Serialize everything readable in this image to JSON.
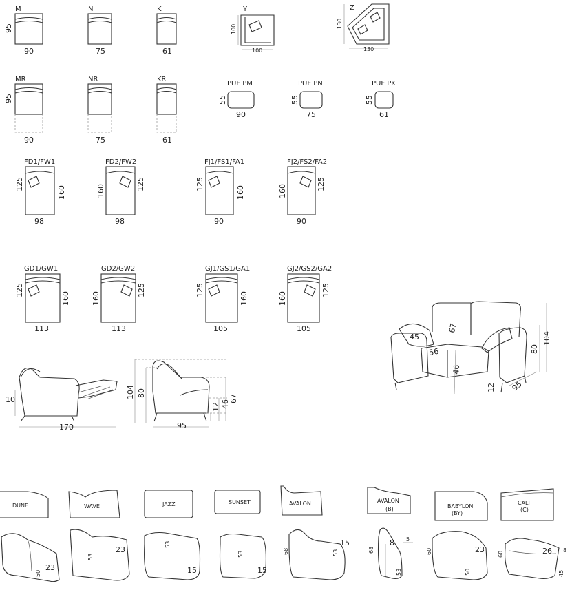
{
  "modules_row1": [
    {
      "code": "M",
      "depth": "95",
      "width": "90"
    },
    {
      "code": "N",
      "width": "75"
    },
    {
      "code": "K",
      "width": "61"
    },
    {
      "code": "Y",
      "side": "100",
      "bottom": "100"
    },
    {
      "code": "Z",
      "side": "130",
      "bottom": "130"
    }
  ],
  "modules_row2": [
    {
      "code": "MR",
      "depth": "95",
      "width": "90"
    },
    {
      "code": "NR",
      "width": "75"
    },
    {
      "code": "KR",
      "width": "61"
    }
  ],
  "pufs": [
    {
      "code": "PUF PM",
      "depth": "55",
      "width": "90"
    },
    {
      "code": "PUF PN",
      "depth": "55",
      "width": "75"
    },
    {
      "code": "PUF PK",
      "depth": "55",
      "width": "61"
    }
  ],
  "chaise_row1": [
    {
      "code": "FD1/FW1",
      "a": "125",
      "b": "160",
      "width": "98"
    },
    {
      "code": "FD2/FW2",
      "a": "160",
      "b": "125",
      "width": "98"
    },
    {
      "code": "FJ1/FS1/FA1",
      "a": "125",
      "b": "160",
      "width": "90"
    },
    {
      "code": "FJ2/FS2/FA2",
      "a": "160",
      "b": "125",
      "width": "90"
    }
  ],
  "chaise_row2": [
    {
      "code": "GD1/GW1",
      "a": "125",
      "b": "160",
      "width": "113"
    },
    {
      "code": "GD2/GW2",
      "a": "160",
      "b": "125",
      "width": "113"
    },
    {
      "code": "GJ1/GS1/GA1",
      "a": "125",
      "b": "160",
      "width": "105"
    },
    {
      "code": "GJ2/GS2/GA2",
      "a": "160",
      "b": "125",
      "width": "105"
    }
  ],
  "recliner": {
    "seat_h": "10",
    "length": "170"
  },
  "side_view": {
    "h1": "104",
    "h2": "80",
    "arm": "67",
    "seat": "46",
    "leg": "12",
    "depth": "95"
  },
  "perspective": {
    "cushion": "45",
    "back": "67",
    "seat_d": "56",
    "seat_h": "46",
    "leg": "12",
    "depth": "95",
    "arm_h": "80",
    "total_h": "104"
  },
  "arms": [
    {
      "name": "DUNE",
      "h": "",
      "w": "23",
      "d": "50"
    },
    {
      "name": "WAVE",
      "h": "53",
      "w": "23"
    },
    {
      "name": "JAZZ",
      "h": "53",
      "w": "15"
    },
    {
      "name": "SUNSET",
      "h": "53",
      "w": "15"
    },
    {
      "name": "AVALON",
      "h": "68",
      "w": "15",
      "d": "53"
    },
    {
      "name": "AVALON",
      "sub": "(B)",
      "h": "68",
      "w": "8",
      "d": "53",
      "x": "5"
    },
    {
      "name": "BABYLON",
      "sub": "(BY)",
      "h": "60",
      "w": "23",
      "d": "50"
    },
    {
      "name": "CALI",
      "sub": "(C)",
      "h": "60",
      "w": "26",
      "d": "45",
      "x": "8"
    }
  ]
}
